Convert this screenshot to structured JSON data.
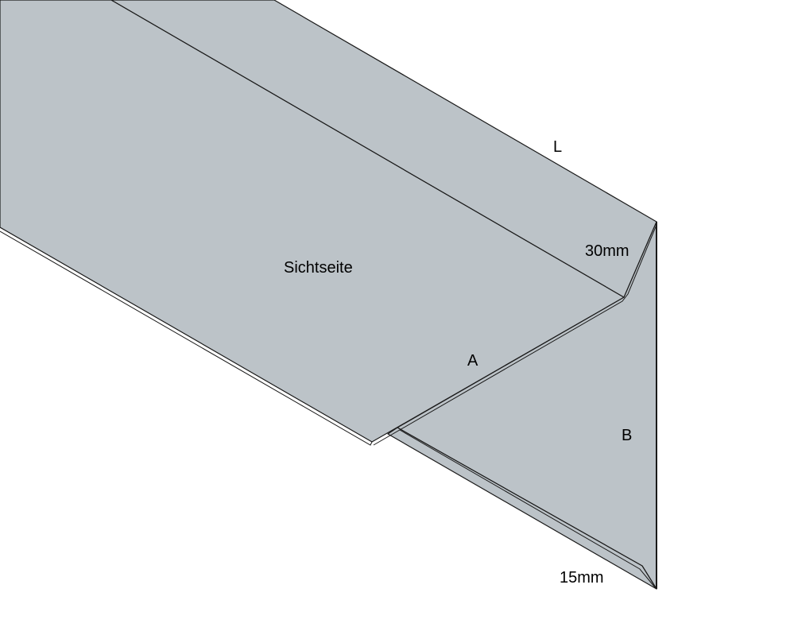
{
  "fill_color": "#bcc3c8",
  "edge_color": "#1a1a1a",
  "labels": {
    "length": "L",
    "top_flange": "30mm",
    "visible_side": "Sichtseite",
    "face_a": "A",
    "face_b": "B",
    "bottom_flange": "15mm"
  }
}
